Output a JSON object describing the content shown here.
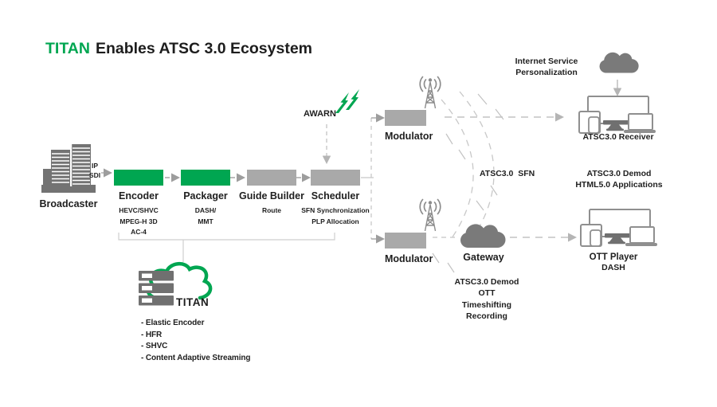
{
  "title": {
    "brand": "TITAN",
    "rest": "Enables ATSC 3.0 Ecosystem"
  },
  "colors": {
    "green": "#00A651",
    "gray_box": "#A9A9A9",
    "icon_gray": "#7a7a7a",
    "line_gray": "#c4c4c4",
    "text": "#1f1f1f"
  },
  "broadcaster": {
    "label": "Broadcaster",
    "io": [
      "IP",
      "SDI"
    ]
  },
  "pipeline": [
    {
      "label": "Encoder",
      "subs": [
        "HEVC/SHVC",
        "MPEG-H 3D",
        "AC-4"
      ]
    },
    {
      "label": "Packager",
      "subs": [
        "DASH/",
        "MMT"
      ]
    },
    {
      "label": "Guide Builder",
      "subs": [
        "Route"
      ]
    },
    {
      "label": "Scheduler",
      "subs": [
        "SFN Synchronization",
        "PLP Allocation"
      ]
    }
  ],
  "awarn": {
    "label": "AWARN"
  },
  "modulators": {
    "top": "Modulator",
    "bottom": "Modulator"
  },
  "gateway": {
    "label": "Gateway"
  },
  "labels": {
    "sfn": "ATSC3.0  SFN"
  },
  "internet": {
    "line1": "Internet Service",
    "line2": "Personalization"
  },
  "receiver": {
    "label": "ATSC3.0 Receiver",
    "notes": [
      "ATSC3.0 Demod",
      "HTML5.0 Applications"
    ]
  },
  "ott": {
    "label": "OTT Player",
    "sub": "DASH",
    "notes": [
      "ATSC3.0 Demod",
      "OTT",
      "Timeshifting",
      "Recording"
    ]
  },
  "titan": {
    "logo": "TITAN",
    "features": [
      "- Elastic Encoder",
      "- HFR",
      "- SHVC",
      "- Content Adaptive Streaming"
    ]
  }
}
